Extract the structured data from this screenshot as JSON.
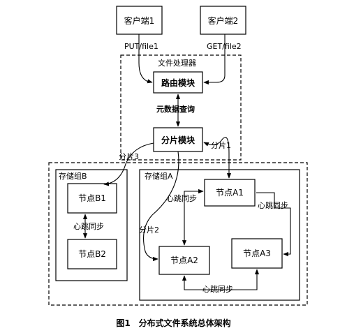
{
  "diagram": {
    "nodes": {
      "client1": "客户端1",
      "client2": "客户端2",
      "router": "路由模块",
      "shard": "分片模块",
      "b1": "节点B1",
      "b2": "节点B2",
      "a1": "节点A1",
      "a2": "节点A2",
      "a3": "节点A3"
    },
    "groups": {
      "file_processor": "文件处理器",
      "storage_b": "存储组B",
      "storage_a": "存储组A"
    },
    "edge_labels": {
      "put": "PUT/file1",
      "get": "GET/file2",
      "metadata_query": "元数据查询",
      "shard1": "分片1",
      "shard2": "分片2",
      "shard3": "分片3",
      "heartbeat_b": "心跳同步",
      "heartbeat_a1_a2": "心跳同步",
      "heartbeat_a1_a3": "心跳同步",
      "heartbeat_a2_a3": "心跳同步"
    },
    "caption": "图1　分布式文件系统总体架构"
  }
}
